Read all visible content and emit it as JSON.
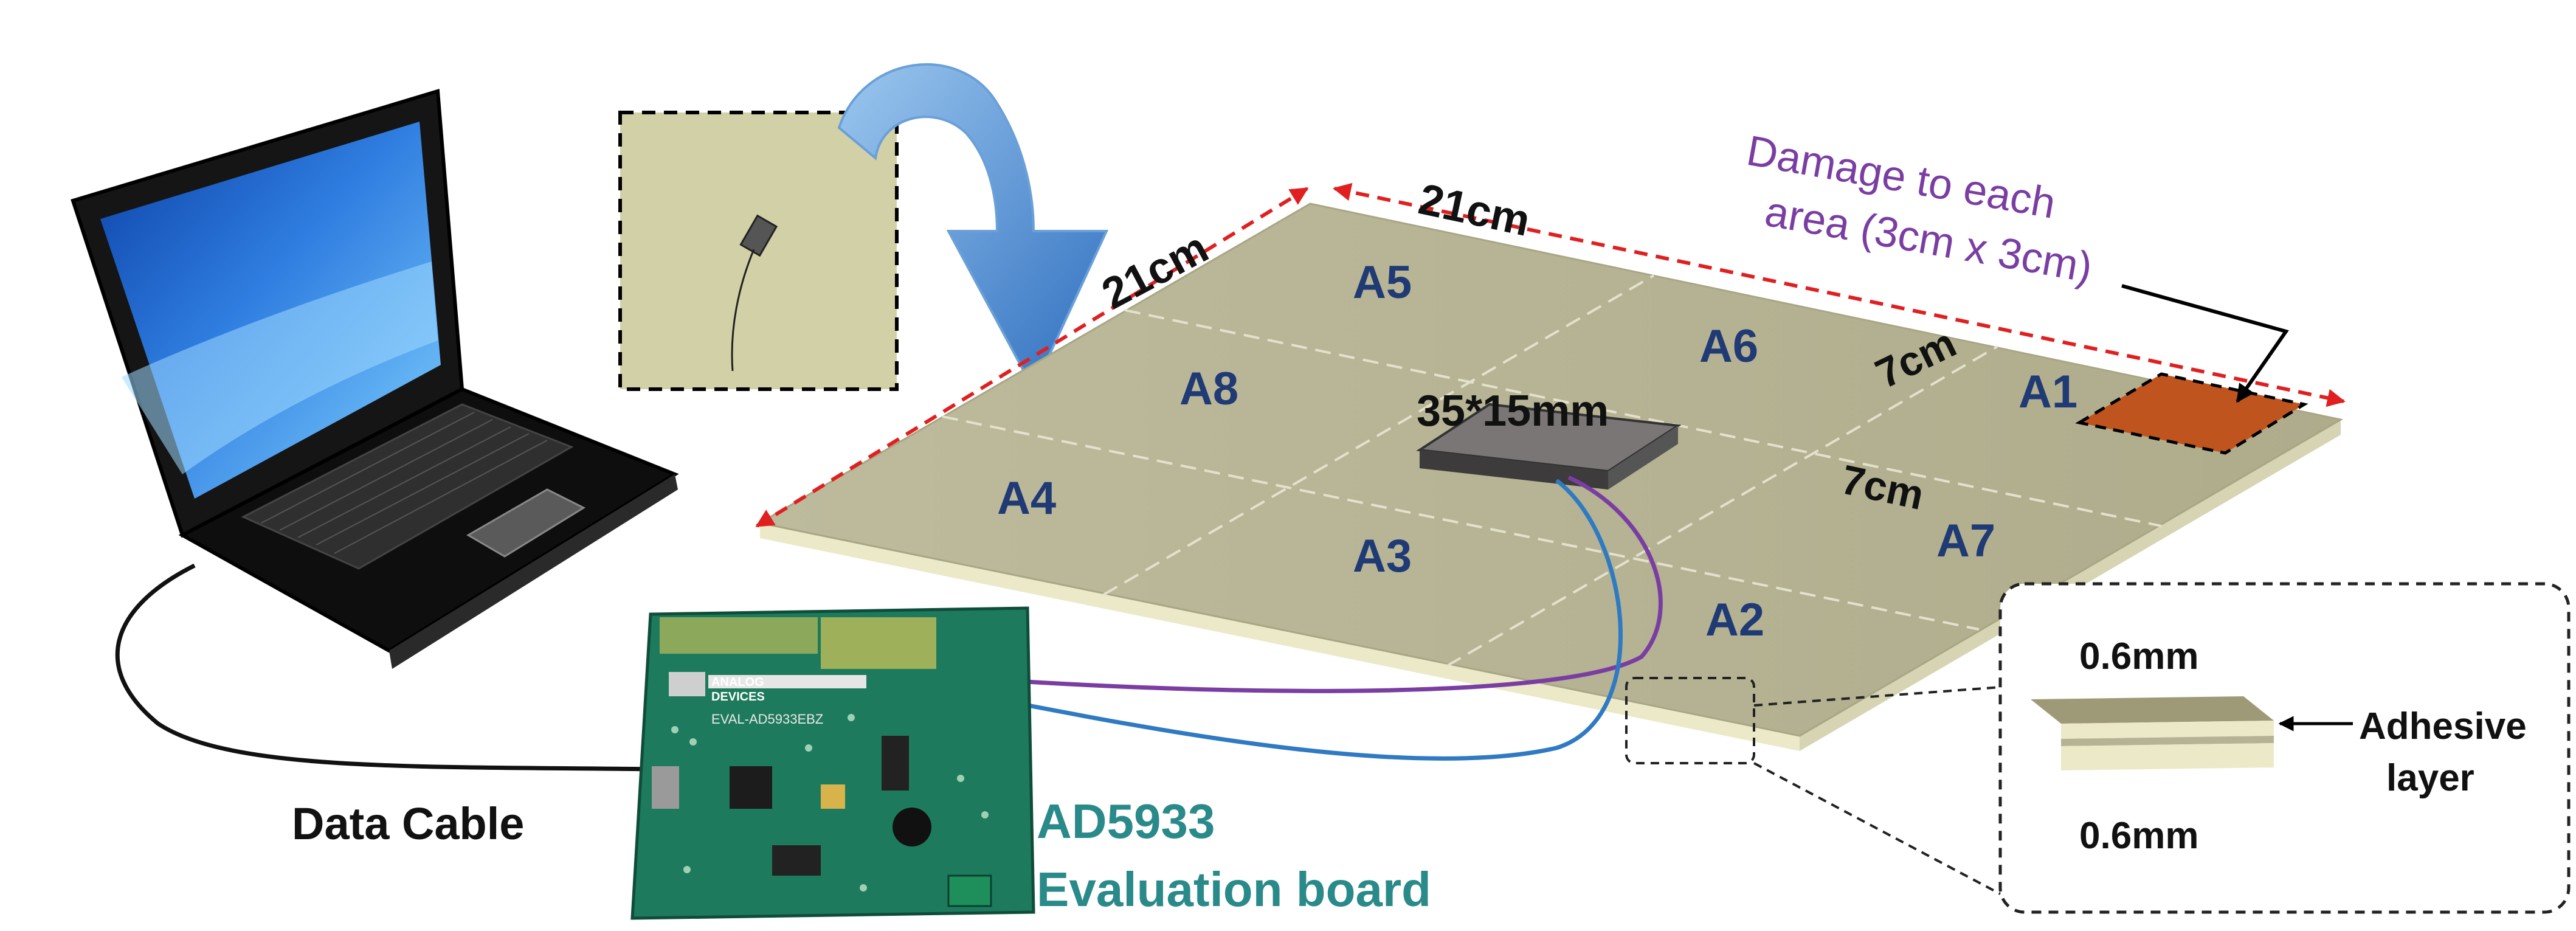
{
  "plate": {
    "dim_top": "21cm",
    "dim_left": "21cm",
    "cell_dim_1": "7cm",
    "cell_dim_2": "7cm",
    "sensor_size": "35*15mm",
    "areas": {
      "a1": "A1",
      "a2": "A2",
      "a3": "A3",
      "a4": "A4",
      "a5": "A5",
      "a6": "A6",
      "a7": "A7",
      "a8": "A8"
    }
  },
  "damage_note": {
    "line1": "Damage to each",
    "line2": "area (3cm x 3cm)"
  },
  "cross_section": {
    "thickness_top": "0.6mm",
    "thickness_bottom": "0.6mm",
    "adhesive_line1": "Adhesive",
    "adhesive_line2": "layer"
  },
  "board": {
    "label_line1": "AD5933",
    "label_line2": "Evaluation board",
    "brand_line1": "ANALOG",
    "brand_line2": "DEVICES",
    "part_code": "EVAL-AD5933EBZ"
  },
  "cable": {
    "label": "Data Cable"
  },
  "colors": {
    "plate_top": "#b5b393",
    "plate_edge": "#ece9c8",
    "label_blue": "#1f3a74",
    "damage_orange": "#c0541e",
    "board_green": "#1e7a5c",
    "evaluation_teal": "#2a8a8a",
    "note_purple": "#7a3ea3",
    "arrow_blue": "#4f8fd0",
    "dim_red": "#e02020"
  }
}
